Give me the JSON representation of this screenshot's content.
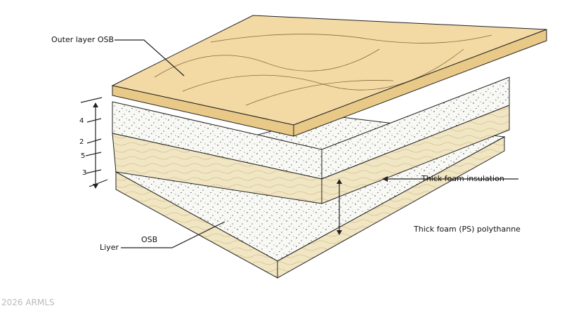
{
  "labels": {
    "outer_layer": "Outer layer OSB",
    "thick_foam_insulation": "Thick foam insulation",
    "thick_foam_ps": "Thick foam (PS) polythanne",
    "osb": "OSB",
    "liyer": "Liyer"
  },
  "dimension_numbers": [
    "4",
    "2",
    "5",
    "3"
  ],
  "watermark": "2026 ARMLS",
  "colors": {
    "osb": "#f3d9a4",
    "osb_dark": "#e8c987",
    "foam": "#f8f8f4",
    "edge_osb": "#f1e6c4",
    "line": "#222222"
  }
}
